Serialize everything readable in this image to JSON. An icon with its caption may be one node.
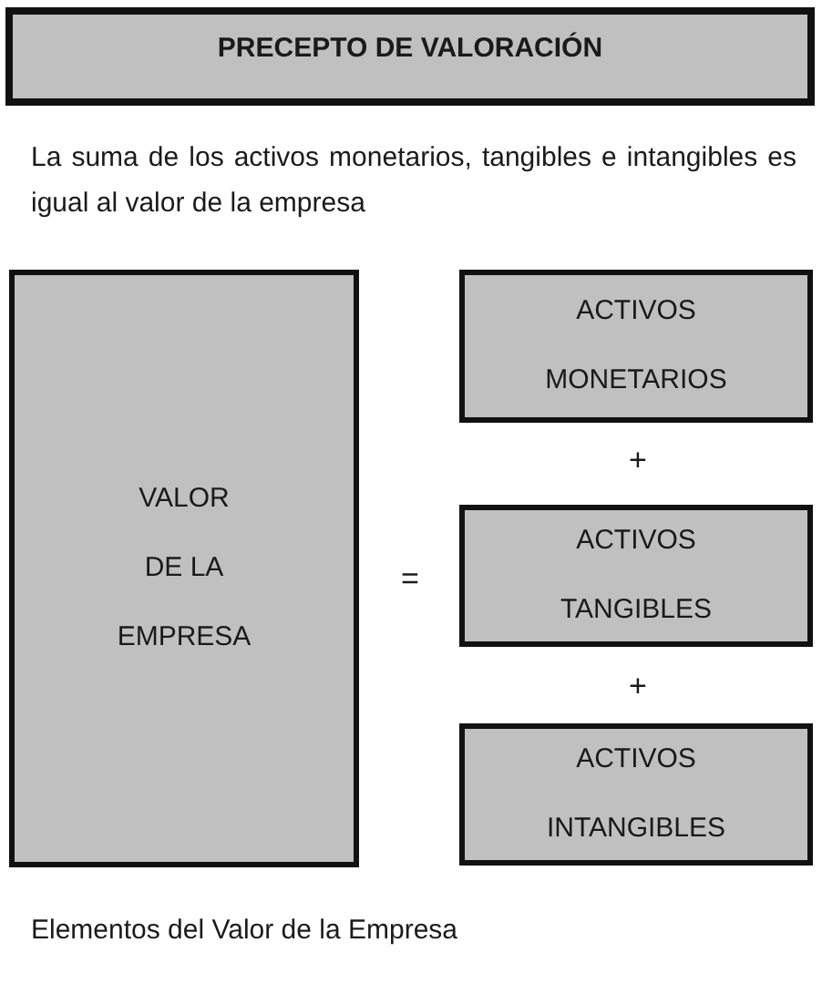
{
  "diagram": {
    "caption": "Elementos del Valor de la Empresa",
    "nodes": [
      {
        "text": [
          "PRECEPTO DE VALORACIÓN"
        ]
      },
      {
        "text": [
          "VALOR DE LA EMPRESA"
        ]
      },
      {
        "text": [
          "ACTIVOS MONETARIOS"
        ]
      },
      {
        "text": [
          "ACTIVOS TANGIBLES"
        ]
      },
      {
        "text": [
          "ACTIVOS INTANGIBLES"
        ]
      }
    ],
    "edges": [],
    "labels": [
      "La suma de los activos monetarios, tangibles e intangibles es igual al valor de la empresa",
      "=",
      "+",
      "+"
    ]
  }
}
